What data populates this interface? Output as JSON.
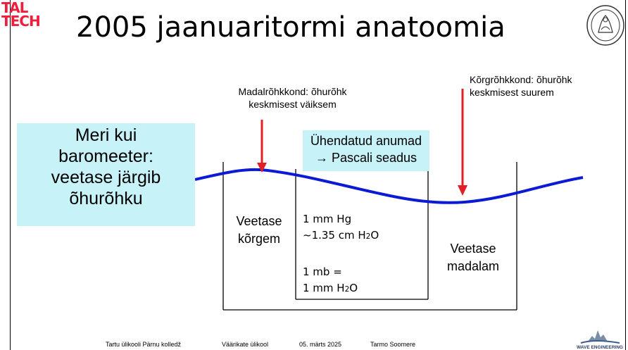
{
  "header": {
    "logo_line1": "TAL",
    "logo_line2": "TECH",
    "title": "2005 jaanuaritormi anatoomia"
  },
  "diagram": {
    "low_pressure_label_line1": "Madalrõhkkond: õhurõhk",
    "low_pressure_label_line2": "keskmisest väiksem",
    "high_pressure_label_line1": "Kõrgrõhkkond: õhurõhk",
    "high_pressure_label_line2": "keskmisest suurem",
    "barometer_line1": "Meri kui",
    "barometer_line2": "baromeeter:",
    "barometer_line3": "veetase järgib",
    "barometer_line4": "õhurõhku",
    "vessels_line1": "Ühendatud anumad",
    "vessels_line2": "→ Pascali seadus",
    "left_level_line1": "Veetase",
    "left_level_line2": "kõrgem",
    "conv1_line1": "1 mm Hg",
    "conv1_line2_prefix": "~1.35 cm H",
    "conv1_sub": "2",
    "conv1_suffix": "O",
    "conv2_line1": "1 mb =",
    "conv2_line2_prefix": "1 mm H",
    "conv2_sub": "2",
    "conv2_suffix": "O",
    "right_level_line1": "Veetase",
    "right_level_line2": "madalam"
  },
  "footer": {
    "institution": "Tartu ülikooli Pärnu kolledž",
    "event": "Väärikate ülikool",
    "date": "05. märts 2025",
    "author": "Tarmo Soomere",
    "wave_logo_text": "WAVE ENGINEERING"
  },
  "colors": {
    "logo_red": "#ee1f3b",
    "highlight_box": "#c6f2f8",
    "arrow_red": "#e31e24",
    "water_blue": "#0b1bd4"
  },
  "icons": {
    "seal": "academia-scientiarum-estoniae-seal-icon",
    "wave_logo": "wave-engineering-logo-icon"
  }
}
